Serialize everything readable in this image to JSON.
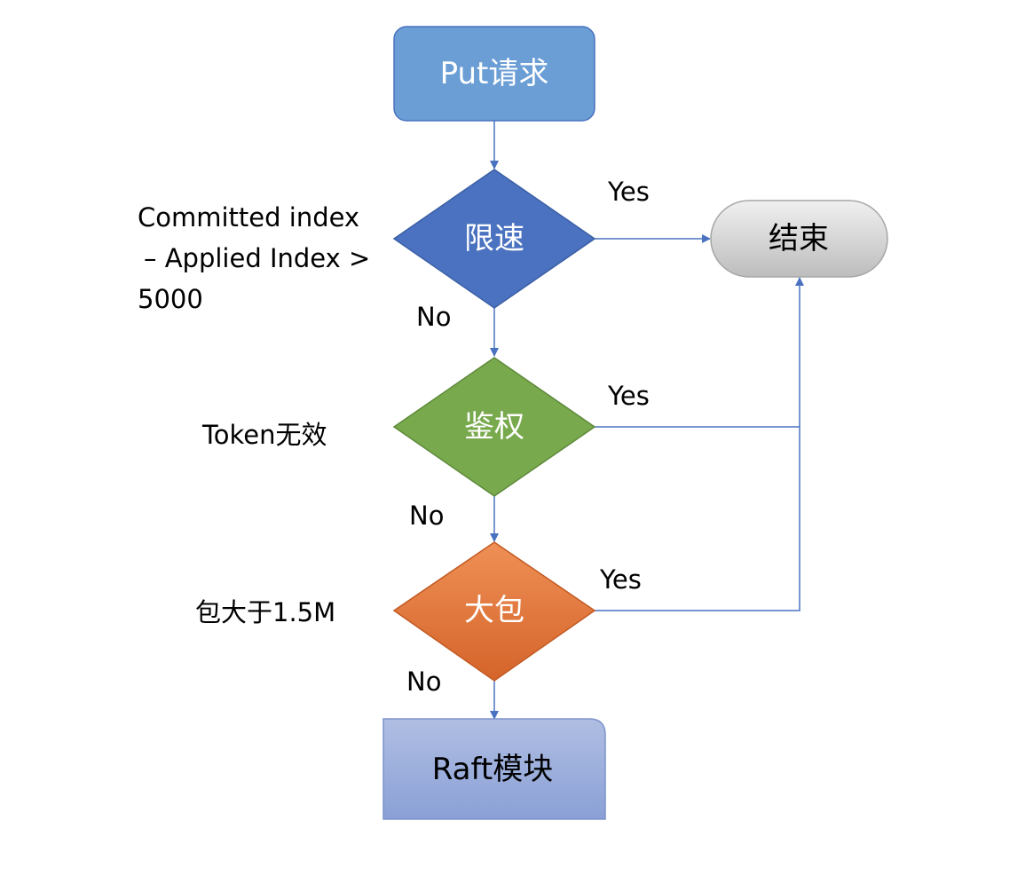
{
  "nodes": {
    "start": {
      "label": "Put请求"
    },
    "rate_limit": {
      "label": "限速"
    },
    "end": {
      "label": "结束"
    },
    "auth": {
      "label": "鉴权"
    },
    "big_packet": {
      "label": "大包"
    },
    "raft": {
      "label": "Raft模块"
    }
  },
  "conditions": {
    "rate_limit_line1": "Committed index",
    "rate_limit_line2": "– Applied Index >",
    "rate_limit_line3": "5000",
    "auth": "Token无效",
    "big_packet": "包大于1.5M"
  },
  "edges": {
    "rate_limit_yes": "Yes",
    "rate_limit_no": "No",
    "auth_yes": "Yes",
    "auth_no": "No",
    "big_packet_yes": "Yes",
    "big_packet_no": "No"
  },
  "colors": {
    "start_fill": "#6a9ed5",
    "rate_limit_fill": "#4a72c0",
    "auth_fill": "#78a94d",
    "big_packet_fill": "#e6773a",
    "end_fill": "#d4d4d4",
    "raft_fill": "#98acdb",
    "connector": "#4a72c0"
  }
}
